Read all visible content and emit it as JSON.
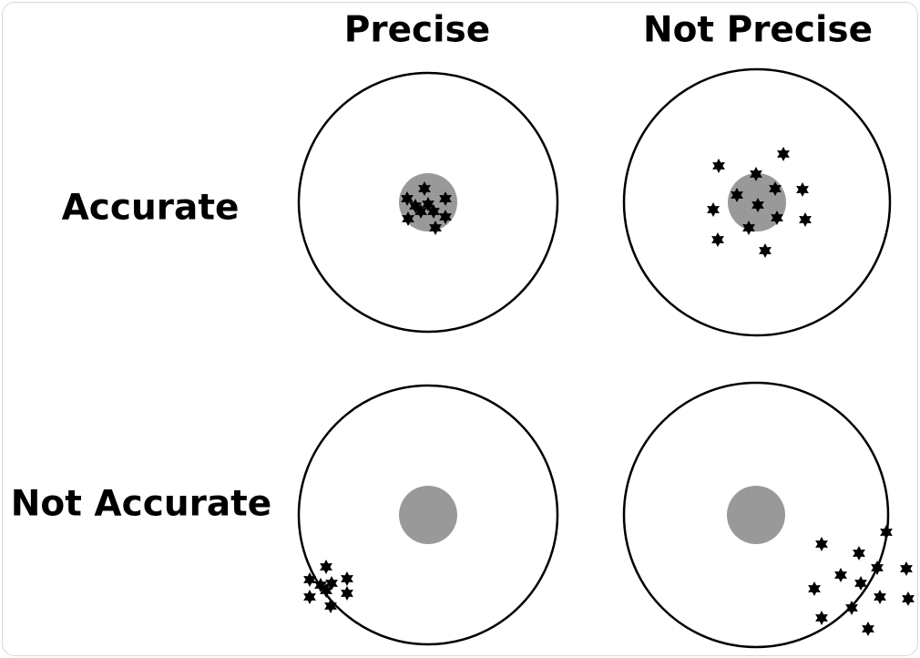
{
  "columns": [
    "Precise",
    "Not Precise"
  ],
  "rows": [
    "Accurate",
    "Not Accurate"
  ],
  "colors": {
    "target_outline": "#000000",
    "bullseye": "#999999",
    "shot": "#000000"
  }
}
